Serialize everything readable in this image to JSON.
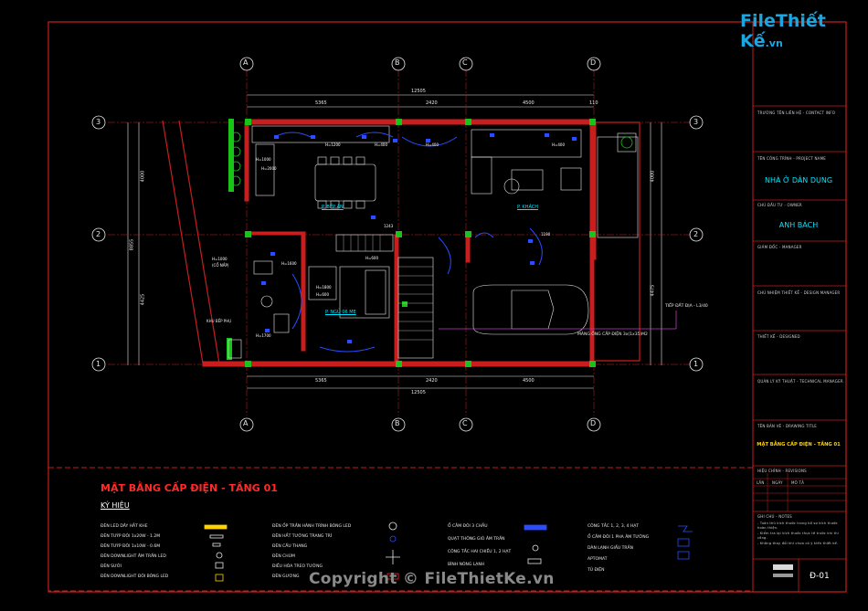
{
  "logo": {
    "brand": "File",
    "name": "Thiết Kế",
    "suffix": ".vn"
  },
  "watermark": "Copyright © FileThietKe.vn",
  "drawing": {
    "title": "MẶT BẰNG CẤP ĐIỆN - TẦNG 01",
    "legend_heading": "KÝ HIỆU",
    "grid_letters": [
      "A",
      "B",
      "C",
      "D"
    ],
    "grid_numbers": [
      "1",
      "2",
      "3"
    ],
    "dims_top": [
      "5365",
      "2420",
      "4500",
      "110"
    ],
    "dims_total": "12505",
    "dims_left": [
      "4000",
      "4425",
      "8855"
    ],
    "dims_right": [
      "4000",
      "4475"
    ],
    "rooms": {
      "dining": "P. BẾP ĂN",
      "living": "P. KHÁCH",
      "bedroom": "P. NGỦ 06 ME",
      "wc_left": "KHU BẾP PHỤ"
    },
    "tags": [
      "H=1000",
      "H=1600",
      "H=2000",
      "H=600",
      "H=400",
      "H=1200",
      "H=1800",
      "H=1700",
      "(CỔ NẮP)",
      "1190",
      "1243"
    ],
    "notes": [
      "TIẾP ĐẤT ĐỊA - L3/40",
      "MÁNG ỐNG CẤP ĐIỆN 3x(1x35)M2"
    ]
  },
  "title_block": {
    "field_1": "TRƯỜNG TÊN LIÊN HỆ - CONTACT INFO",
    "field_2": "TÊN CÔNG TRÌNH - PROJECT NAME",
    "project_name": "NHÀ Ở DÂN DỤNG",
    "field_3": "CHỦ ĐẦU TƯ - OWNER",
    "owner": "ANH BÁCH",
    "field_4": "GIÁM ĐỐC - MANAGER",
    "field_5": "CHỦ NHIỆM THIẾT KẾ - DESIGN MANAGER",
    "field_6": "THIẾT KẾ - DESIGNED",
    "field_7": "QUẢN LÝ KỸ THUẬT - TECHNICAL MANAGER",
    "field_8": "TÊN BẢN VẼ - DRAWING TITLE",
    "drawing_title": "MẶT BẰNG CẤP ĐIỆN - TẦNG 01",
    "field_9": "HIỆU CHỈNH - REVISIONS",
    "rev_cols": [
      "LẦN",
      "NGÀY",
      "MÔ TẢ"
    ],
    "field_10": "GHI CHÚ - NOTES",
    "notes": [
      "- Tuân thủ kích thước trong hồ sơ kích thước hoàn thiện.",
      "- Kiểm tra lại kích thước thực tế trước khi thi công.",
      "- Không thay đổi khi chưa có ý kiến thiết kế."
    ],
    "sheet": "Đ-01"
  },
  "legend_left": [
    "ĐÈN LED DÂY HẮT KHE",
    "ĐÈN TUÝP ĐÔI 1x20W - 1.2M",
    "ĐÈN TUÝP ĐÔI 1x10W - 0.6M",
    "ĐÈN DOWNLIGHT ÂM TRẦN LED",
    "ĐÈN SƯỞI",
    "ĐÈN DOWNLIGHT ĐÔI BÓNG LED"
  ],
  "legend_mid": [
    "ĐÈN ỐP TRẦN HÀNH TRÌNH BÓNG LED",
    "ĐÈN HẮT TƯỜNG TRANG TRÍ",
    "ĐÈN CẦU THANG",
    "ĐÈN CHÙM",
    "ĐIỀU HÒA TREO TƯỜNG",
    "ĐÈN GƯƠNG"
  ],
  "legend_right": [
    "Ổ CẮM ĐÔI 3 CHẤU",
    "QUẠT THÔNG GIÓ ÂM TRẦN",
    "CÔNG TẮC HAI CHIỀU 1, 2 HẠT",
    "BÌNH NÓNG LẠNH"
  ],
  "legend_far": [
    "CÔNG TẮC 1, 2, 3, 4 HẠT",
    "Ổ CẮM ĐÔI 1 PHA ÂM TƯỜNG",
    "DÀN LẠNH GIẤU TRẦN",
    "APTOMAT",
    "TỦ ĐIỆN"
  ]
}
